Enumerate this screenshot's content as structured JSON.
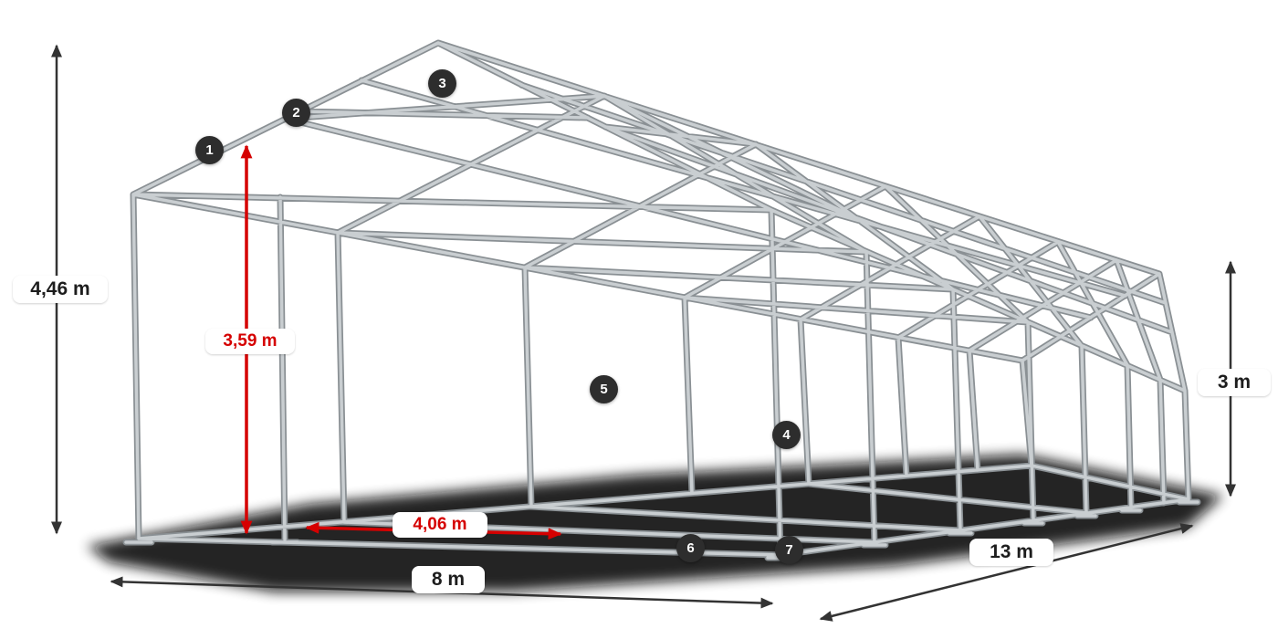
{
  "diagram": {
    "type": "tent-frame-dimension-diagram",
    "dimensions": {
      "total_height": "4,46 m",
      "inner_height": "3,59 m",
      "side_height": "3 m",
      "front_width": "8 m",
      "length": "13 m",
      "inner_width": "4,06 m"
    },
    "callouts": [
      {
        "number": "1"
      },
      {
        "number": "2"
      },
      {
        "number": "3"
      },
      {
        "number": "4"
      },
      {
        "number": "5"
      },
      {
        "number": "6"
      },
      {
        "number": "7"
      }
    ],
    "colors": {
      "accent_red": "#d50000",
      "dimension_arrow": "#333333",
      "badge_background": "#2d2d2d",
      "frame_tube_dark": "#8a9094",
      "frame_tube_light": "#c9ced1",
      "shadow": "#0c0c0c",
      "background": "#ffffff"
    }
  }
}
